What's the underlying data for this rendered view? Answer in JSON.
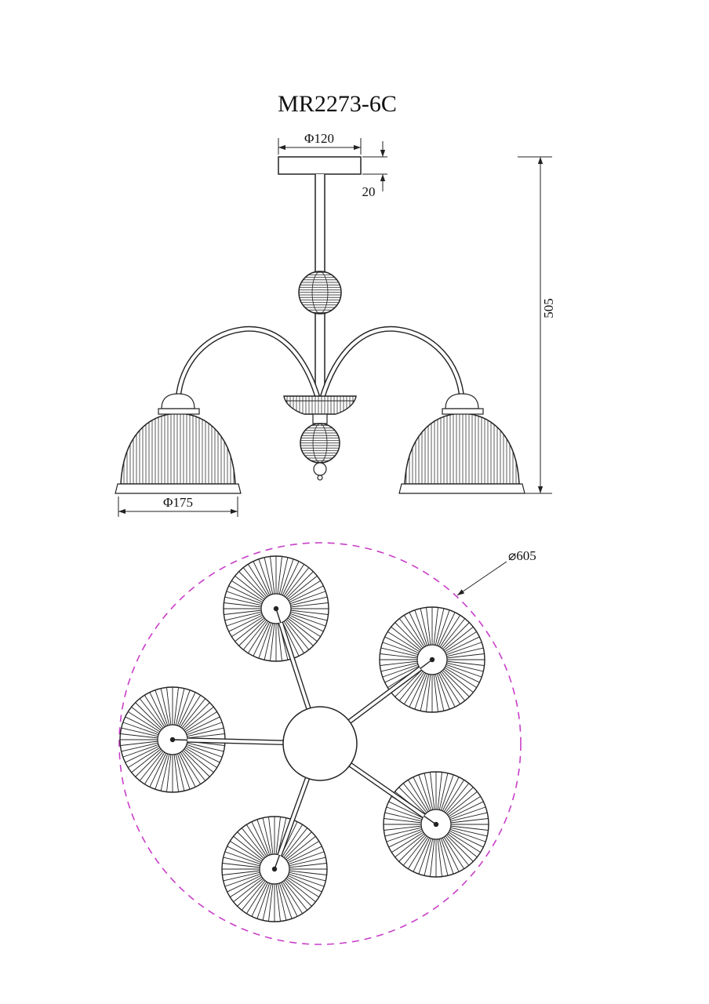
{
  "title": "MR2273-6C",
  "dimensions": {
    "plate_width": "Φ120",
    "plate_thickness": "20",
    "overall_height": "505",
    "shade_diameter": "Φ175",
    "overall_diameter": "⌀605"
  },
  "colors": {
    "line": "#222222",
    "accent": "#c93ec9",
    "background": "#ffffff"
  }
}
